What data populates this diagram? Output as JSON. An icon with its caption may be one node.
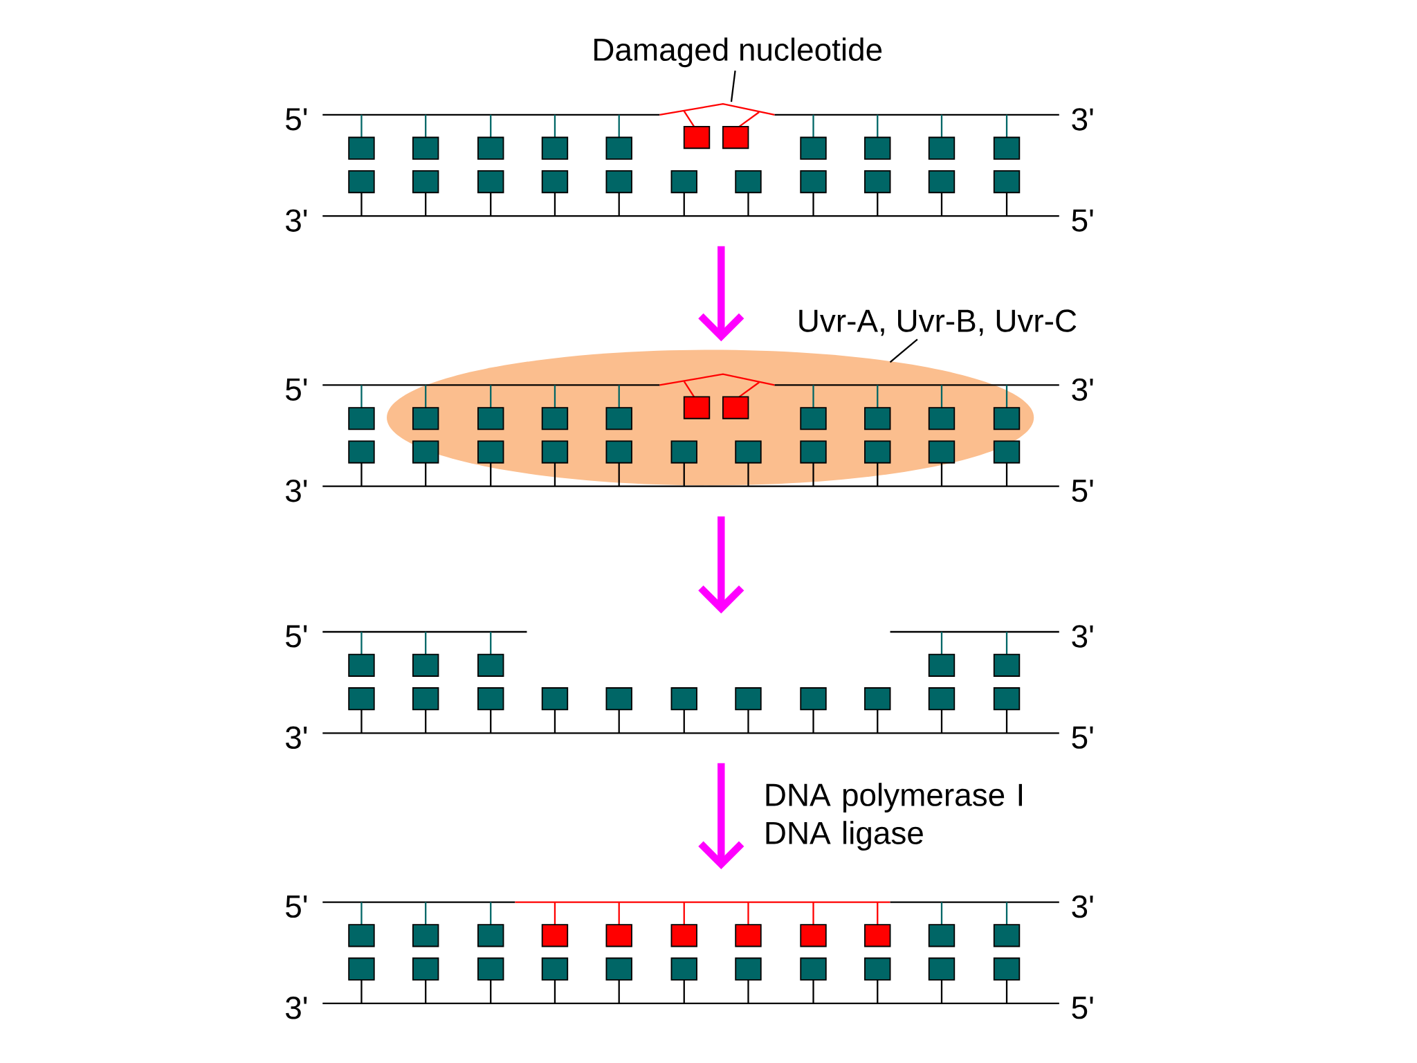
{
  "diagram": {
    "nodes": [
      {
        "text": [
          "Damaged nucleotide"
        ]
      },
      {
        "text": [],
        "shape": "picture"
      },
      {
        "text": [],
        "shape": "box",
        "in": 1
      },
      {
        "text": [],
        "shape": "picture"
      },
      {
        "text": [
          "Uvr-A, Uvr-B, Uvr-C"
        ]
      },
      {
        "text": [],
        "shape": "picture"
      },
      {
        "text": [],
        "shape": "picture"
      }
    ],
    "edges": [
      {
        "from": 0,
        "to": 2,
        "arrow": "none",
        "color": "#000000"
      },
      {
        "from": 1,
        "to": 3,
        "arrow": "to"
      },
      {
        "from": 4,
        "to": 3,
        "arrow": "none",
        "color": "#000000"
      },
      {
        "from": 3,
        "to": 5,
        "arrow": "to"
      },
      {
        "from": 5,
        "to": 6,
        "arrow": "to",
        "label": "DNA polymerase I DNA ligase"
      }
    ],
    "labels": [
      "5'",
      "3'",
      "3'",
      "5'",
      "5'",
      "3'",
      "3'",
      "5'",
      "5'",
      "3'",
      "3'",
      "5'",
      "5'",
      "3'",
      "3'",
      "5'"
    ]
  }
}
